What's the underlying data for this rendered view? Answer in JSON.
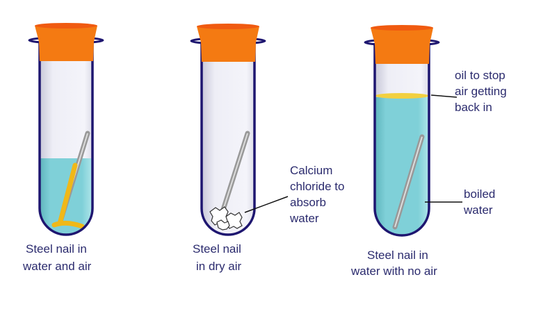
{
  "colors": {
    "stopper": "#f47a12",
    "tube_outline": "#1e1670",
    "water": "#7fd0d8",
    "rust": "#f0b818",
    "oil": "#f2d040",
    "text": "#2b2b6e"
  },
  "tubes": [
    {
      "caption": [
        "Steel nail in",
        "water and air"
      ]
    },
    {
      "caption": [
        "Steel nail",
        "in dry air"
      ],
      "annotation": [
        "Calcium",
        "chloride to",
        "absorb",
        "water"
      ]
    },
    {
      "caption": [
        "Steel nail in",
        "water with no air"
      ],
      "oil_label": [
        "oil to stop",
        "air getting",
        "back in"
      ],
      "water_label": [
        "boiled",
        "water"
      ]
    }
  ]
}
